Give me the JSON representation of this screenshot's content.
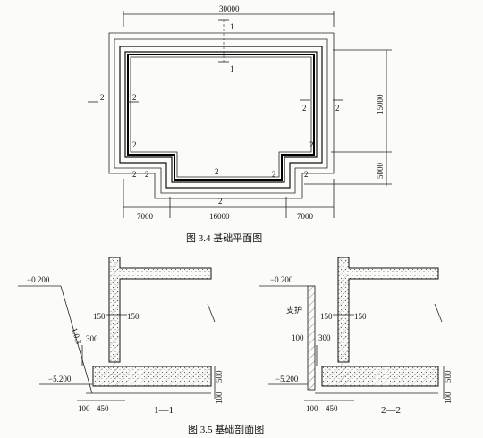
{
  "plan": {
    "dims": {
      "top_total": "30000",
      "right_top": "15000",
      "right_bottom": "5000",
      "bottom_left": "7000",
      "bottom_mid": "16000",
      "bottom_right": "7000"
    },
    "section_marks": {
      "one": "1",
      "two": "2"
    },
    "caption": "图 3.4   基础平面图"
  },
  "section1": {
    "ground_level": "−0.200",
    "bottom_level": "−5.200",
    "slope": "1:0.3",
    "dims": [
      "150",
      "150",
      "300",
      "500",
      "100",
      "100",
      "450"
    ],
    "label": "1—1"
  },
  "section2": {
    "ground_level": "−0.200",
    "bottom_level": "−5.200",
    "support": "支护",
    "dims": [
      "150",
      "150",
      "100",
      "300",
      "500",
      "100",
      "100",
      "450"
    ],
    "label": "2—2"
  },
  "figure_caption": "图 3.5   基础剖面图"
}
